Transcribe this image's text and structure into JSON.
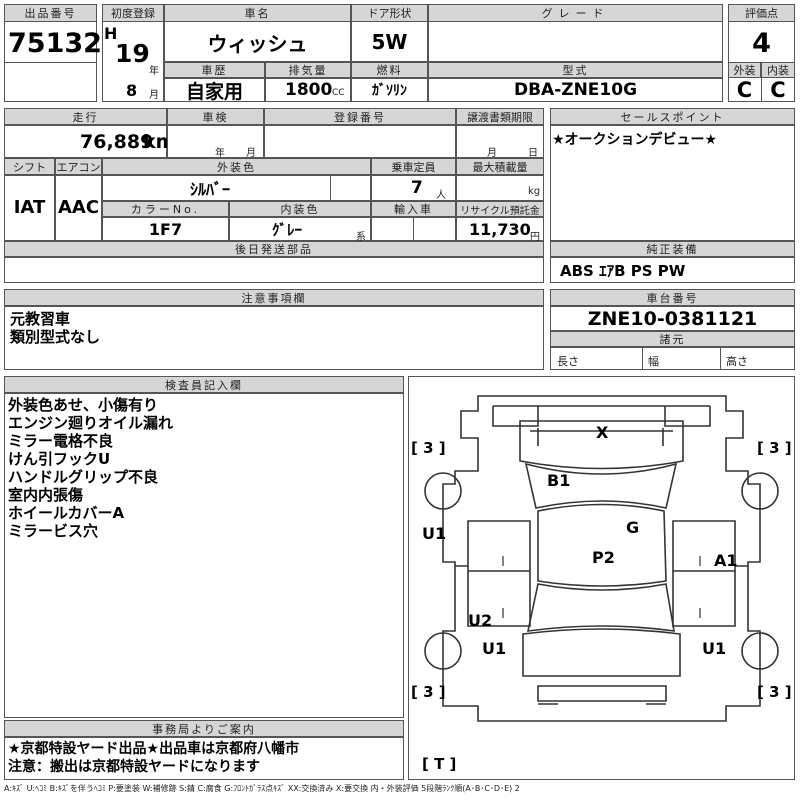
{
  "lot": {
    "label": "出品番号",
    "number": "75132"
  },
  "first_reg": {
    "label": "初度登録",
    "era": "H",
    "year": "19",
    "year_unit": "年",
    "month": "8",
    "month_unit": "月"
  },
  "car_name": {
    "label": "車名",
    "value": "ウィッシュ"
  },
  "door": {
    "label": "ドア形状",
    "value": "5W"
  },
  "grade": {
    "label": "グレード",
    "value": ""
  },
  "score": {
    "label": "評価点",
    "value": "4",
    "ext_label": "外装",
    "int_label": "内装",
    "ext_value": "C",
    "int_value": "C"
  },
  "history": {
    "label": "車歴",
    "value": "自家用"
  },
  "displacement": {
    "label": "排気量",
    "value": "1800",
    "unit": "CC"
  },
  "fuel": {
    "label": "燃料",
    "value": "ｶﾞｿﾘﾝ"
  },
  "model": {
    "label": "型式",
    "value": "DBA-ZNE10G"
  },
  "mileage": {
    "label": "走行",
    "value": "76,889",
    "unit": "km"
  },
  "inspection": {
    "label": "車検",
    "year_unit": "年",
    "month_unit": "月"
  },
  "registration": {
    "label": "登録番号",
    "value": ""
  },
  "transfer": {
    "label": "譲渡書類期限",
    "month_unit": "月",
    "day_unit": "日"
  },
  "sales_point": {
    "label": "セールスポイント",
    "value": "★オークションデビュー★"
  },
  "shift": {
    "label": "シフト",
    "value": "IAT"
  },
  "aircon": {
    "label": "エアコン",
    "value": "AAC"
  },
  "exterior_color": {
    "label": "外装色",
    "value": "ｼﾙﾊﾞｰ"
  },
  "capacity": {
    "label": "乗車定員",
    "value": "7",
    "unit": "人"
  },
  "max_load": {
    "label": "最大積載量",
    "value": "",
    "unit": "kg"
  },
  "color_no": {
    "label": "カラーNo.",
    "value": "1F7"
  },
  "interior_color": {
    "label": "内装色",
    "value": "ｸﾞﾚｰ",
    "suffix": "系"
  },
  "import": {
    "label": "輸入車",
    "value": ""
  },
  "recycle": {
    "label": "リサイクル預託金",
    "value": "11,730",
    "unit": "円"
  },
  "later_parts": {
    "label": "後日発送部品",
    "value": ""
  },
  "genuine_equipment": {
    "label": "純正装備",
    "value": "ABS ｴｱB PS PW"
  },
  "notes": {
    "label": "注意事項欄",
    "line1": "元教習車",
    "line2": "類別型式なし"
  },
  "chassis": {
    "label": "車台番号",
    "value": "ZNE10-0381121"
  },
  "specs": {
    "label": "諸元",
    "length": "長さ",
    "width": "幅",
    "height": "高さ"
  },
  "inspector": {
    "label": "検査員記入欄",
    "lines": [
      "外装色あせ、小傷有り",
      "エンジン廻りオイル漏れ",
      "ミラー電格不良",
      "けん引フックU",
      "ハンドルグリップ不良",
      "室内内張傷",
      "ホイールカバーA",
      "ミラービス穴"
    ]
  },
  "office": {
    "label": "事務局よりご案内",
    "line1": "★京都特設ヤード出品★出品車は京都府八幡市",
    "line2": "注意：搬出は京都特設ヤードになります"
  },
  "diagram": {
    "marks": {
      "x": "X",
      "b1": "B1",
      "g": "G",
      "u1_left": "U1",
      "p2": "P2",
      "a1": "A1",
      "u2": "U2",
      "u1_rear_left": "U1",
      "u1_rear_right": "U1"
    },
    "tires": {
      "fl": "[ 3 ]",
      "fr": "[ 3 ]",
      "rl": "[ 3 ]",
      "rr": "[ 3 ]",
      "spare": "[ T ]"
    }
  },
  "legend": "A:ｷｽﾞ U:ﾍｺﾐ B:ｷｽﾞを伴うﾍｺﾐ P:要塗装 W:補修跡 S:錆 C:腐食 G:ﾌﾛﾝﾄｶﾞﾗｽ点ｷｽﾞ XX:交換済み X:要交換 内・外装評価 5段階ﾗﾝｸ順(A･B･C･D･E) 2"
}
